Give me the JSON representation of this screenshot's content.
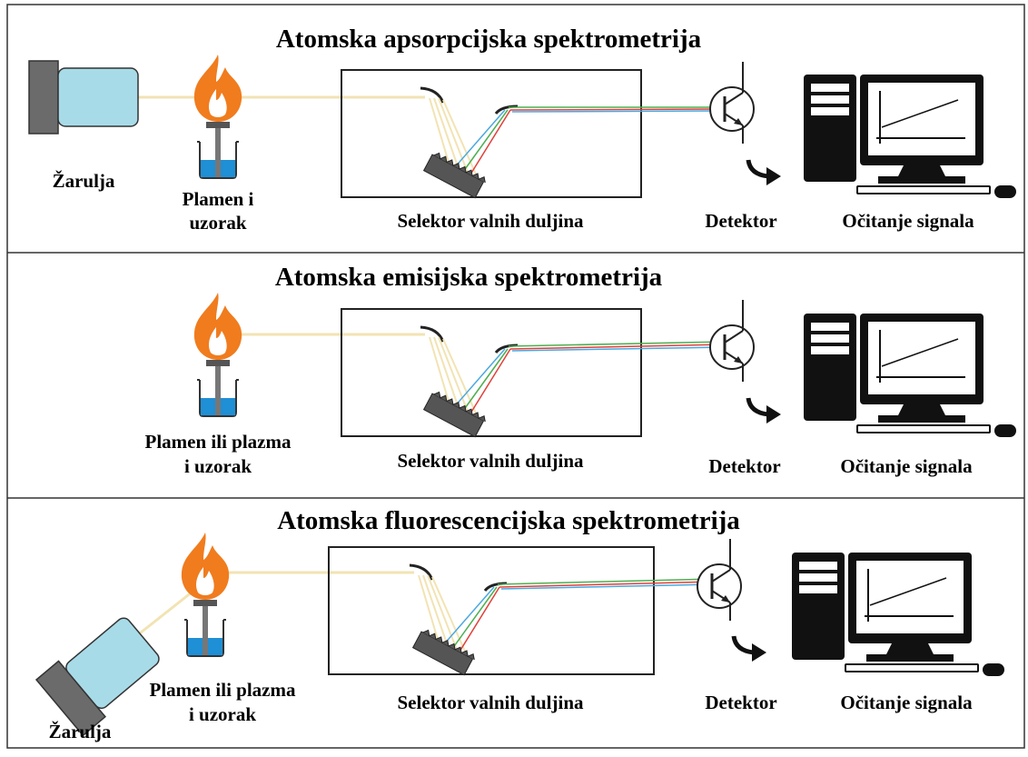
{
  "panels": [
    {
      "title": "Atomska apsorpcijska spektrometrija",
      "lamp_label": "Žarulja",
      "source_label_line1": "Plamen i",
      "source_label_line2": "uzorak",
      "selector_label": "Selektor valnih duljina",
      "detector_label": "Detektor",
      "readout_label": "Očitanje signala"
    },
    {
      "title": "Atomska emisijska spektrometrija",
      "source_label_line1": "Plamen ili plazma",
      "source_label_line2": "i uzorak",
      "selector_label": "Selektor valnih duljina",
      "detector_label": "Detektor",
      "readout_label": "Očitanje signala"
    },
    {
      "title": "Atomska fluorescencijska spektrometrija",
      "lamp_label": "Žarulja",
      "source_label_line1": "Plamen ili plazma",
      "source_label_line2": "i uzorak",
      "selector_label": "Selektor valnih duljina",
      "detector_label": "Detektor",
      "readout_label": "Očitanje signala"
    }
  ],
  "colors": {
    "beam": "#f2e3b3",
    "lamp_body": "#a8dbe8",
    "lamp_cap": "#6b6b6b",
    "flame_outer": "#f07c1e",
    "flame_inner": "#ffffff",
    "liquid": "#1f8fd6",
    "ray_red": "#e0403a",
    "ray_green": "#4caf50",
    "ray_blue": "#4aa8e0",
    "frame": "#333333"
  },
  "icons": [
    "lamp-icon",
    "flame-icon",
    "beaker-icon",
    "grating-icon",
    "mirror-icon",
    "transistor-detector-icon",
    "arrow-icon",
    "computer-icon"
  ]
}
